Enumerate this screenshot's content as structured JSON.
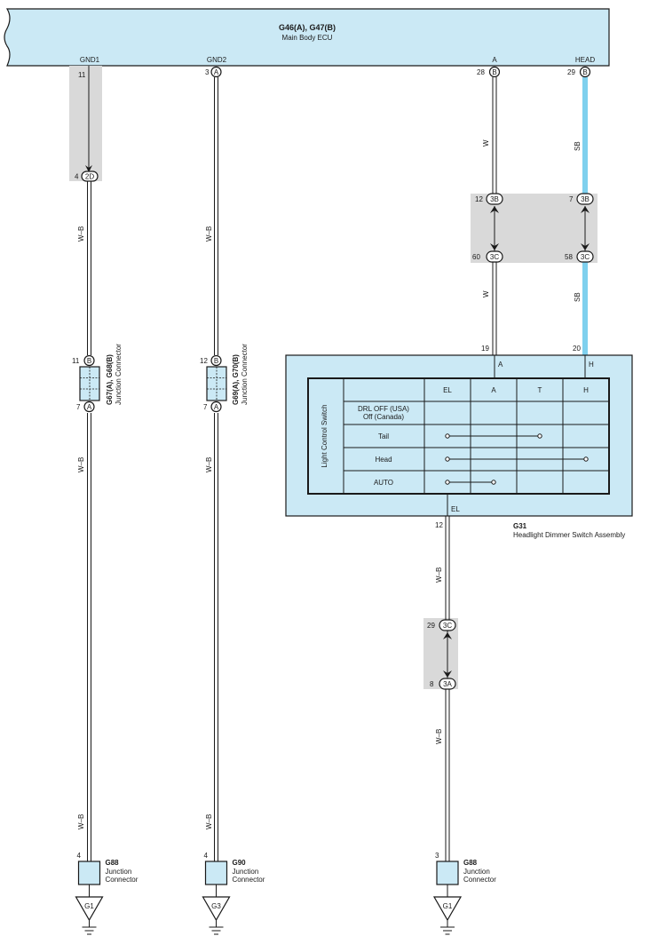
{
  "ecu": {
    "code": "G46(A), G47(B)",
    "name": "Main Body ECU",
    "terminals": [
      {
        "label": "GND1",
        "pin": "11",
        "conn": ""
      },
      {
        "label": "GND2",
        "pin": "3",
        "conn": "A"
      },
      {
        "label": "A",
        "pin": "28",
        "conn": "B"
      },
      {
        "label": "HEAD",
        "pin": "29",
        "conn": "B"
      }
    ]
  },
  "wires": {
    "gnd1_upper": "W–B",
    "gnd1_mid": "W–B",
    "gnd1_lower": "W–B",
    "gnd2_upper": "W–B",
    "gnd2_mid": "W–B",
    "gnd2_lower": "W–B",
    "a_upper": "W",
    "a_lower": "W",
    "head_upper": "SB",
    "head_lower": "SB",
    "el_upper": "W–B",
    "el_lower": "W–B"
  },
  "junctions": {
    "gnd1_2d": {
      "pin": "4",
      "conn": "2D"
    },
    "a_3b": {
      "pin": "12",
      "conn": "3B"
    },
    "head_3b": {
      "pin": "7",
      "conn": "3B"
    },
    "a_3c": {
      "pin": "60",
      "conn": "3C"
    },
    "head_3c": {
      "pin": "58",
      "conn": "3C"
    },
    "el_3c": {
      "pin": "29",
      "conn": "3C"
    },
    "el_3a": {
      "pin": "8",
      "conn": "3A"
    }
  },
  "connectors": {
    "g67": {
      "code": "G67(A), G68(B)",
      "name": "Junction Connector",
      "pin_top": "11",
      "conn_top": "B",
      "pin_bottom": "7",
      "conn_bottom": "A"
    },
    "g69": {
      "code": "G69(A), G70(B)",
      "name": "Junction Connector",
      "pin_top": "12",
      "conn_top": "B",
      "pin_bottom": "7",
      "conn_bottom": "A"
    }
  },
  "switch": {
    "code": "G31",
    "name": "Headlight Dimmer Switch Assembly",
    "pin_a": "19",
    "pin_h": "20",
    "pin_el": "12",
    "term_a": "A",
    "term_h": "H",
    "term_el": "EL",
    "row_header": "Light Control Switch",
    "columns": [
      "EL",
      "A",
      "T",
      "H"
    ],
    "rows": [
      {
        "label": "DRL OFF (USA)\nOff (Canada)",
        "from": null,
        "to": null
      },
      {
        "label": "Tail",
        "from": 0,
        "to": 2
      },
      {
        "label": "Head",
        "from": 0,
        "to": 3
      },
      {
        "label": "AUTO",
        "from": 0,
        "to": 1
      }
    ]
  },
  "ground_connectors": [
    {
      "code": "G88",
      "name": "Junction\nConnector",
      "pin": "4",
      "ground": "G1"
    },
    {
      "code": "G90",
      "name": "Junction\nConnector",
      "pin": "4",
      "ground": "G3"
    },
    {
      "code": "G88",
      "name": "Junction\nConnector",
      "pin": "3",
      "ground": "G1"
    }
  ],
  "colors": {
    "box_fill": "#cbe9f5",
    "wire_sb": "#7fd0ee",
    "splice_fill": "#d9d9d9",
    "line": "#1a1a1a"
  }
}
